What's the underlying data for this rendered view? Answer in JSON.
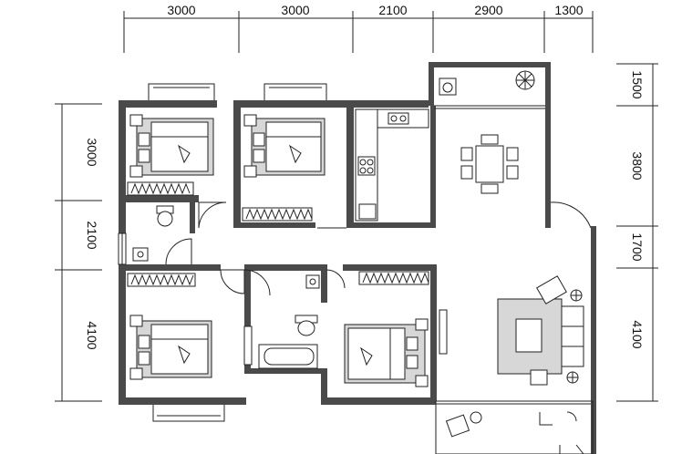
{
  "dimensions": {
    "top": [
      "3000",
      "3000",
      "2100",
      "2900",
      "1300"
    ],
    "left": [
      "3000",
      "2100",
      "4100"
    ],
    "right": [
      "1500",
      "3800",
      "1700",
      "4100"
    ]
  },
  "colors": {
    "wall": "#4a4a4a",
    "line": "#222222",
    "carpet": "#d7d7d7",
    "background": "#ffffff"
  },
  "icons": [
    "bed-icon",
    "toilet-icon",
    "bathtub-icon",
    "sink-icon",
    "stove-icon",
    "dining-table-icon",
    "sofa-icon",
    "armchair-icon",
    "plant-icon",
    "washing-machine-icon",
    "wardrobe-icon",
    "door-swing-icon",
    "window-icon"
  ]
}
